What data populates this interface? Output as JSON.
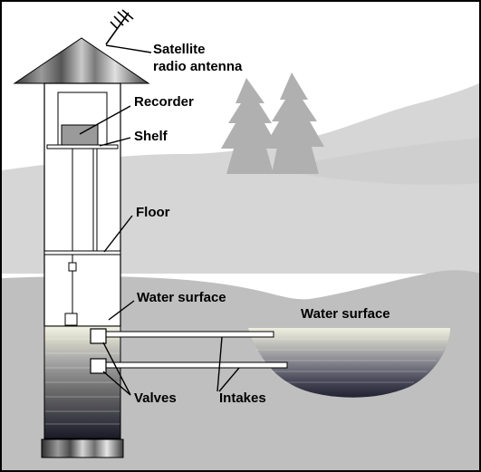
{
  "labels": {
    "antenna_line1": "Satellite",
    "antenna_line2": "radio antenna",
    "recorder": "Recorder",
    "shelf": "Shelf",
    "floor": "Floor",
    "water_surface_well": "Water surface",
    "water_surface_stream": "Water surface",
    "valves": "Valves",
    "intakes": "Intakes"
  },
  "colors": {
    "sky": "#ffffff",
    "hills": "#d8d8d8",
    "hill_shadow": "#c8c8c8",
    "ground": "#c0c0c0",
    "trees": "#b3b3b3",
    "outline": "#000000"
  },
  "icons": [
    "antenna-icon",
    "tree-icon"
  ]
}
